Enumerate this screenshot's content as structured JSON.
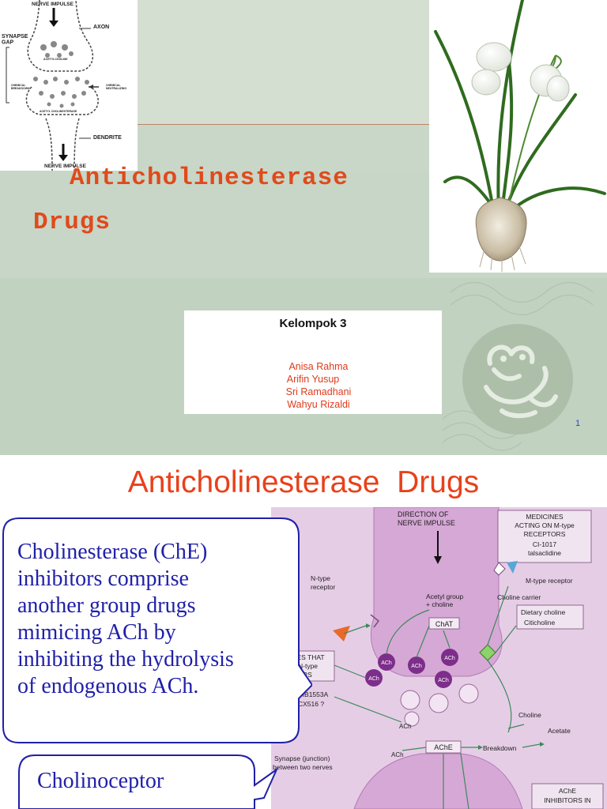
{
  "slide1": {
    "title_line1": "Anticholinesterase",
    "title_line2": "Drugs",
    "group_name": "Kelompok 3",
    "members": [
      "Anisa Rahma",
      "Arifin Yusup",
      "Sri Ramadhani",
      "Wahyu Rizaldi"
    ],
    "page_number": "1",
    "synapse_figure": {
      "labels": {
        "nerve_impulse_top": "NERVE IMPULSE",
        "axon": "AXON",
        "synapse_gap": "SYNAPSE\nGAP",
        "acetylcholine": "ACETYLCHOLINE",
        "chemical_breakdown": "CHEMICAL\nBREAKDOWN",
        "chemical_neutralizing": "CHEMICAL\nNEUTRALIZING",
        "acetyl_cholinesterase": "ACETYL CHOLINESTERASE",
        "dendrite": "DENDRITE",
        "nerve_impulse_bottom": "NERVE IMPULSE"
      }
    },
    "colors": {
      "title": "#e04a1c",
      "members": "#e03a1a",
      "background": "#c9d7c8"
    }
  },
  "slide2": {
    "title": "Anticholinesterase  Drugs",
    "callout1": [
      "Cholinesterase (ChE)",
      "inhibitors comprise",
      "another group drugs",
      "mimicing ACh  by",
      "inhibiting the hydrolysis",
      "of endogenous ACh."
    ],
    "callout2": [
      "Cholinoceptor"
    ],
    "diagram": {
      "direction": [
        "DIRECTION OF",
        "NERVE IMPULSE"
      ],
      "medicines": [
        "MEDICINES",
        "ACTING ON M-type",
        "RECEPTORS",
        "CI-1017",
        "talsaclidine"
      ],
      "n_type_receptor": [
        "N-type",
        "receptor"
      ],
      "m_type_receptor": "M-type receptor",
      "acetyl_group": [
        "Acetyl group",
        "+ choline"
      ],
      "chat": "ChAT",
      "choline_carrier": "Choline carrier",
      "dietary": [
        "Dietary choline",
        "Citicholine"
      ],
      "partial_box": [
        "INES THAT",
        "N-type",
        "RS"
      ],
      "partial_list": [
        "SIB1553A",
        "CX516 ?"
      ],
      "ach": "ACh",
      "ache": "AChE",
      "breakdown": "Breakdown",
      "choline": "Choline",
      "acetate": "Acetate",
      "synapse": [
        "Synapse (junction)",
        "between two nerves"
      ],
      "ache_inhibitors": [
        "AChE",
        "INHIBITORS IN"
      ]
    },
    "colors": {
      "title": "#e8411a",
      "callout_text": "#2020a8",
      "callout_border": "#2020a8",
      "diagram_bg": "#e6cde6"
    }
  }
}
